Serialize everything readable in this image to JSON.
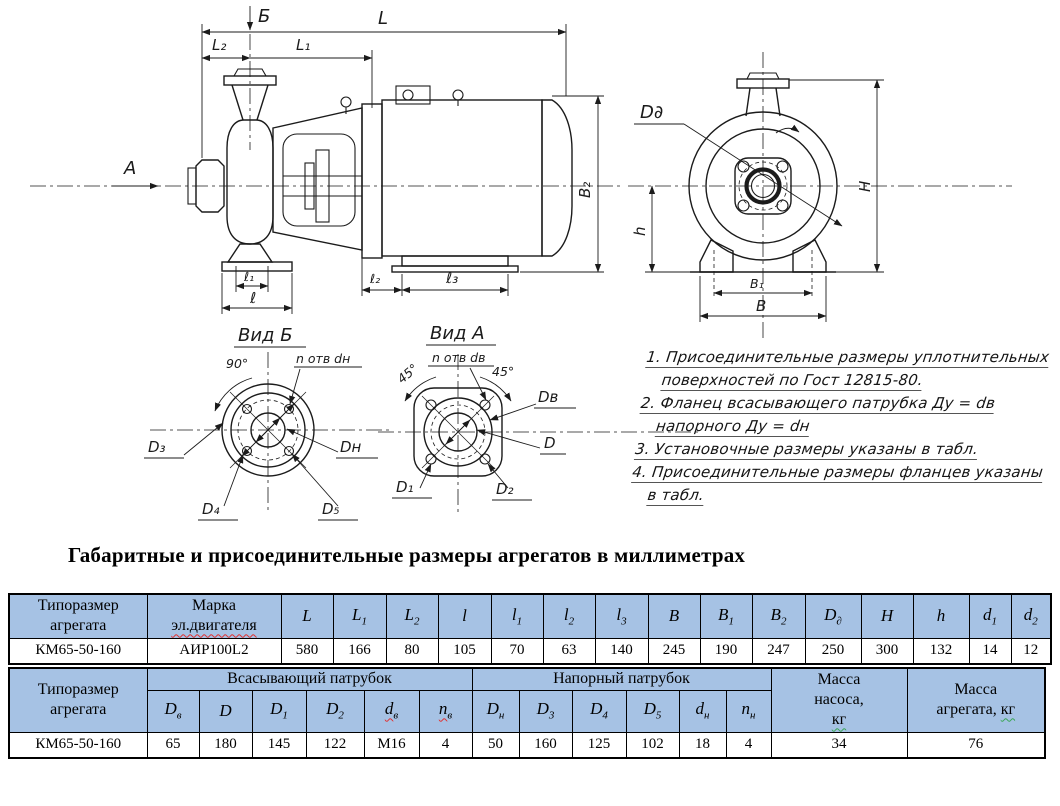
{
  "section_title": "Габаритные и присоединительные размеры агрегатов в миллиметрах",
  "colors": {
    "header_bg": "#a6c2e4",
    "ink": "#1b1b1b",
    "squiggle_red": "#e03030",
    "squiggle_green": "#3aa655"
  },
  "drawing": {
    "side_view": {
      "b_arrow": "Б",
      "L": "L",
      "L1": "L₁",
      "L2": "L₂",
      "a_arrow": "А",
      "B2": "B₂",
      "l1": "ℓ₁",
      "l": "ℓ",
      "l2": "ℓ₂",
      "l3": "ℓ₃"
    },
    "front_view": {
      "Dd": "D∂",
      "H": "H",
      "h": "h",
      "B1": "B₁",
      "B": "B"
    },
    "view_b": {
      "title": "Вид Б",
      "angle": "90°",
      "holes": "n отв dн",
      "D3": "D₃",
      "Dn": "Dн",
      "D4": "D₄",
      "D5": "D₅"
    },
    "view_a": {
      "title": "Вид А",
      "holes": "n отв dв",
      "angle_left": "45°",
      "angle_right": "45°",
      "Dv": "Dв",
      "D": "D",
      "D1": "D₁",
      "D2": "D₂"
    }
  },
  "notes": {
    "lines": [
      {
        "t": "1. Присоединительные размеры уплотнительных",
        "ind": false
      },
      {
        "t": "поверхностей  по Гост 12815-80.",
        "ind": true
      },
      {
        "t": "2. Фланец всасывающего патрубка Ду = dв",
        "ind": false
      },
      {
        "t": "напорного Ду = dн",
        "ind": true
      },
      {
        "t": "3. Установочные размеры указаны в табл.",
        "ind": false
      },
      {
        "t": "4. Присоединительные размеры фланцев указаны",
        "ind": false
      },
      {
        "t": "в табл.",
        "ind": true
      }
    ]
  },
  "table1": {
    "header_col1": [
      "Типоразмер",
      "агрегата"
    ],
    "header_col2_line1": "Марка",
    "header_col2_line2": "эл.двигателя",
    "columns": [
      {
        "b": "L"
      },
      {
        "b": "L",
        "s": "1"
      },
      {
        "b": "L",
        "s": "2"
      },
      {
        "b": "l"
      },
      {
        "b": "l",
        "s": "1"
      },
      {
        "b": "l",
        "s": "2"
      },
      {
        "b": "l",
        "s": "3"
      },
      {
        "b": "B"
      },
      {
        "b": "B",
        "s": "1"
      },
      {
        "b": "B",
        "s": "2"
      },
      {
        "b": "D",
        "s": "∂"
      },
      {
        "b": "H"
      },
      {
        "b": "h"
      },
      {
        "b": "d",
        "s": "1"
      },
      {
        "b": "d",
        "s": "2"
      }
    ],
    "row": {
      "model": "КМ65-50-160",
      "motor": "АИР100L2",
      "values": [
        "580",
        "166",
        "80",
        "105",
        "70",
        "63",
        "140",
        "245",
        "190",
        "247",
        "250",
        "300",
        "132",
        "14",
        "12"
      ]
    }
  },
  "table2": {
    "header_col1": [
      "Типоразмер",
      "агрегата"
    ],
    "suction": {
      "label": "Всасывающий патрубок",
      "columns": [
        {
          "b": "D",
          "s": "в"
        },
        {
          "b": "D"
        },
        {
          "b": "D",
          "s": "1"
        },
        {
          "b": "D",
          "s": "2"
        },
        {
          "b": "d",
          "s": "в",
          "deco": "red"
        },
        {
          "b": "n",
          "s": "в",
          "deco": "red"
        }
      ]
    },
    "discharge": {
      "label": "Напорный патрубок",
      "columns": [
        {
          "b": "D",
          "s": "н"
        },
        {
          "b": "D",
          "s": "3"
        },
        {
          "b": "D",
          "s": "4"
        },
        {
          "b": "D",
          "s": "5"
        },
        {
          "b": "d",
          "s": "н"
        },
        {
          "b": "n",
          "s": "н"
        }
      ]
    },
    "mass_pump": {
      "line1": "Масса",
      "line2": "насоса,",
      "unit": "кг"
    },
    "mass_agg": {
      "line1": "Масса",
      "line2": "агрегата,",
      "unit": "кг"
    },
    "row": {
      "model": "КМ65-50-160",
      "suction_values": [
        "65",
        "180",
        "145",
        "122",
        "М16",
        "4"
      ],
      "discharge_values": [
        "50",
        "160",
        "125",
        "102",
        "18",
        "4"
      ],
      "mass_pump": "34",
      "mass_agg": "76"
    }
  }
}
